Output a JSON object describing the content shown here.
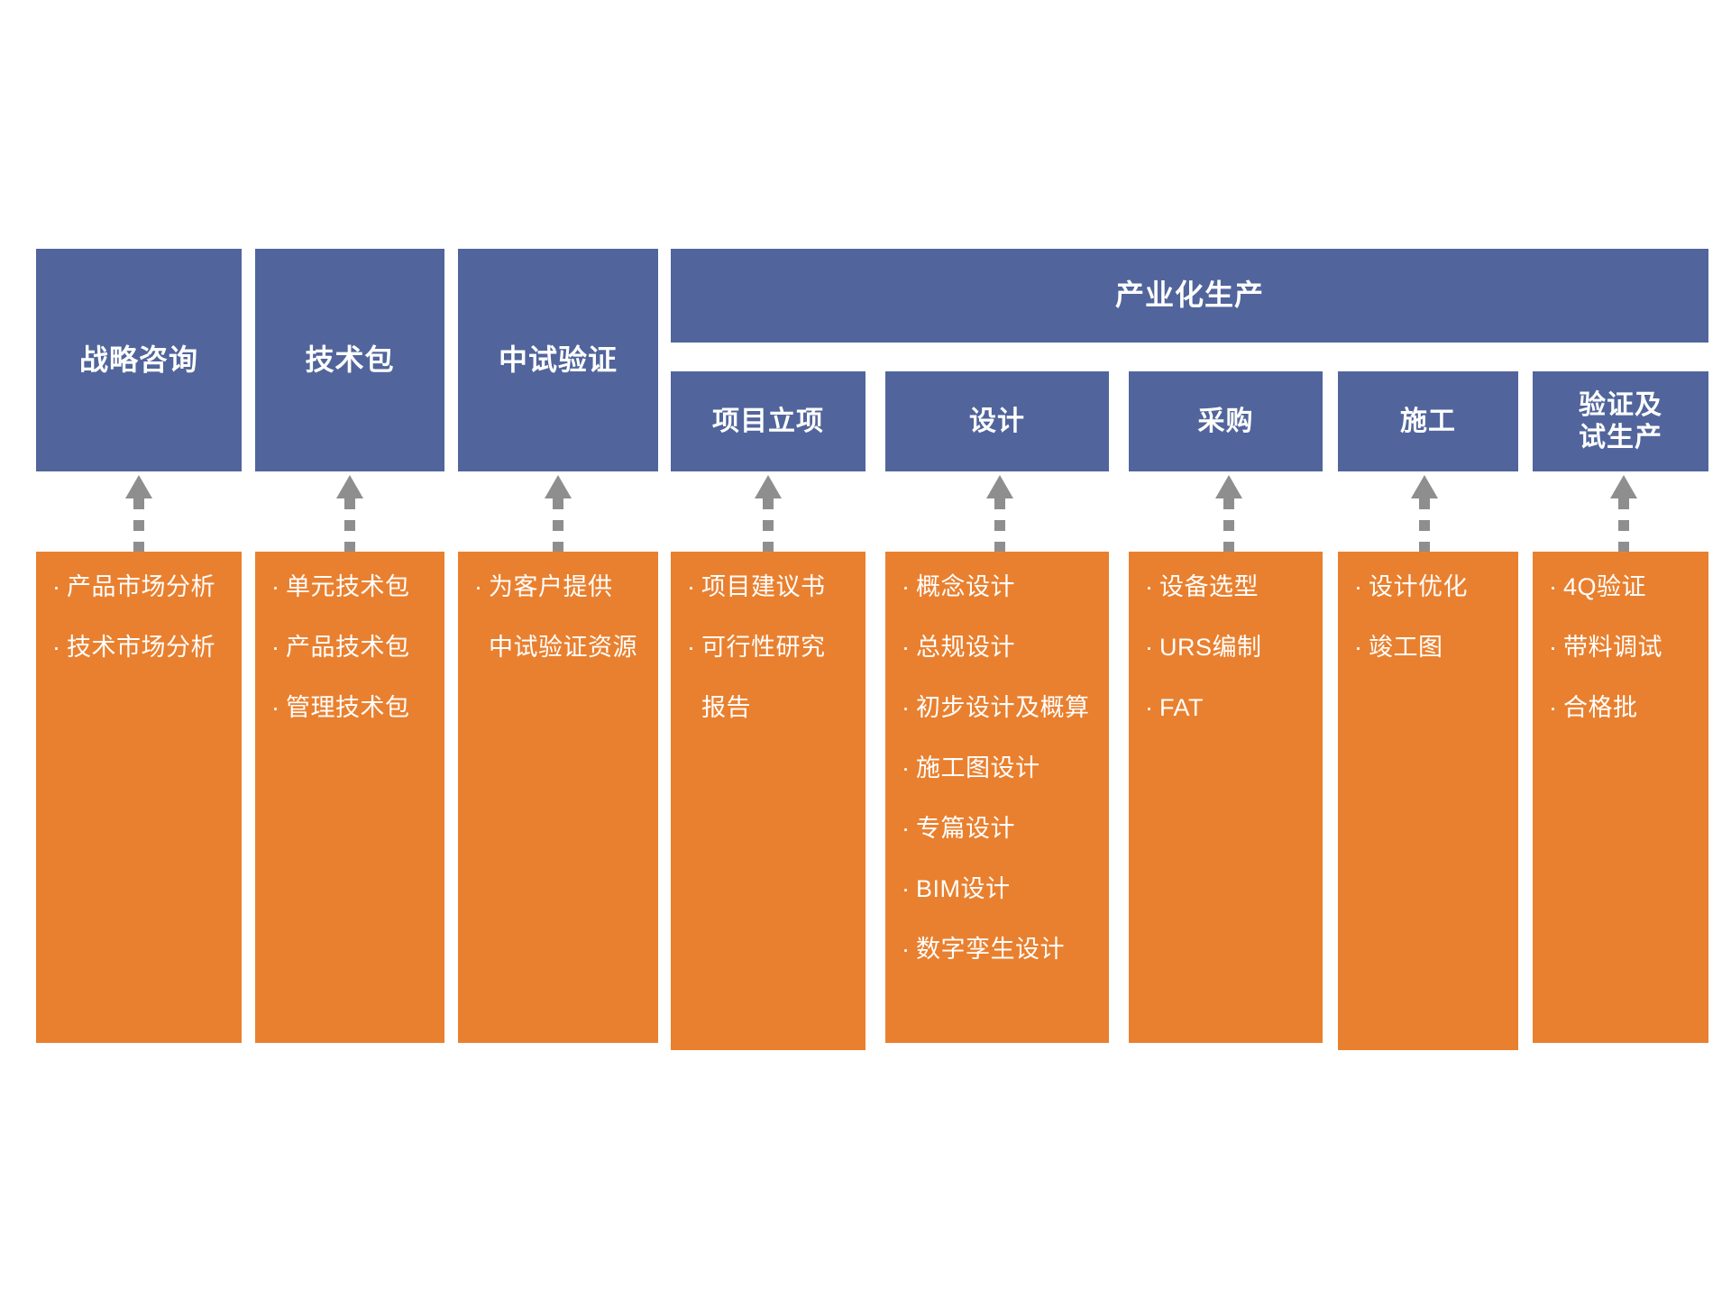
{
  "diagram": {
    "title_group": {
      "label": "产业化生产"
    },
    "colors": {
      "blue": "#51659C",
      "orange": "#E9802F",
      "arrow_gray": "#8E8E8E",
      "text": "#FFFFFF"
    },
    "columns": [
      {
        "header": "战略咨询",
        "items": [
          "产品市场分析",
          "技术市场分析"
        ]
      },
      {
        "header": "技术包",
        "items": [
          "单元技术包",
          "产品技术包",
          "管理技术包"
        ]
      },
      {
        "header": "中试验证",
        "items": [
          "为客户提供",
          "中试验证资源"
        ]
      },
      {
        "header": "项目立项",
        "items": [
          "项目建议书",
          "可行性研究",
          "报告"
        ]
      },
      {
        "header": "设计",
        "items": [
          "概念设计",
          "总规设计",
          "初步设计及概算",
          "施工图设计",
          "专篇设计",
          "BIM设计",
          "数字孪生设计"
        ]
      },
      {
        "header": "采购",
        "items": [
          "设备选型",
          "URS编制",
          "FAT"
        ]
      },
      {
        "header": "施工",
        "items": [
          "设计优化",
          "竣工图"
        ]
      },
      {
        "header": "验证及\n试生产",
        "header_line1": "验证及",
        "header_line2": "试生产",
        "items": [
          "4Q验证",
          "带料调试",
          "合格批"
        ]
      }
    ]
  }
}
